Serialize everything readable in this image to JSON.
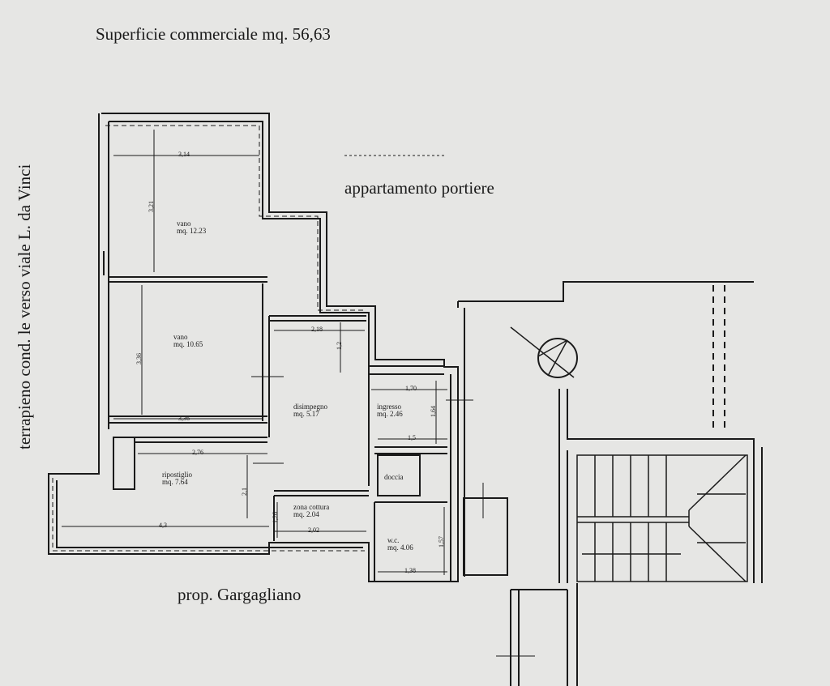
{
  "header": {
    "title": "Superficie commerciale mq. 56,63"
  },
  "labels": {
    "left_side": "terrapieno cond. le verso viale L. da Vinci",
    "top_neighbor": "appartamento portiere",
    "bottom_neighbor": "prop. Gargagliano"
  },
  "rooms": {
    "vano1": {
      "name": "vano",
      "area": "mq. 12.23"
    },
    "vano2": {
      "name": "vano",
      "area": "mq. 10.65"
    },
    "disimpegno": {
      "name": "disimpegno",
      "area": "mq. 5.17"
    },
    "ingresso": {
      "name": "ingresso",
      "area": "mq. 2.46"
    },
    "doccia": {
      "name": "doccia"
    },
    "ripostiglio": {
      "name": "ripostiglio",
      "area": "mq. 7.64"
    },
    "zona_cottura": {
      "name": "zona cottura",
      "area": "mq. 2.04"
    },
    "wc": {
      "name": "w.c.",
      "area": "mq. 4.06"
    }
  },
  "dimensions": {
    "d1": "3,14",
    "d2": "3,21",
    "d3": "3,36",
    "d4": "3,36",
    "d5": "2,18",
    "d6": "1,2",
    "d7": "1,70",
    "d8": "1,64",
    "d9": "1,5",
    "d10": "2,76",
    "d11": "2,1",
    "d12": "4,3",
    "d13": "1,26",
    "d14": "2,02",
    "d15": "1,57",
    "d16": "1,38"
  }
}
